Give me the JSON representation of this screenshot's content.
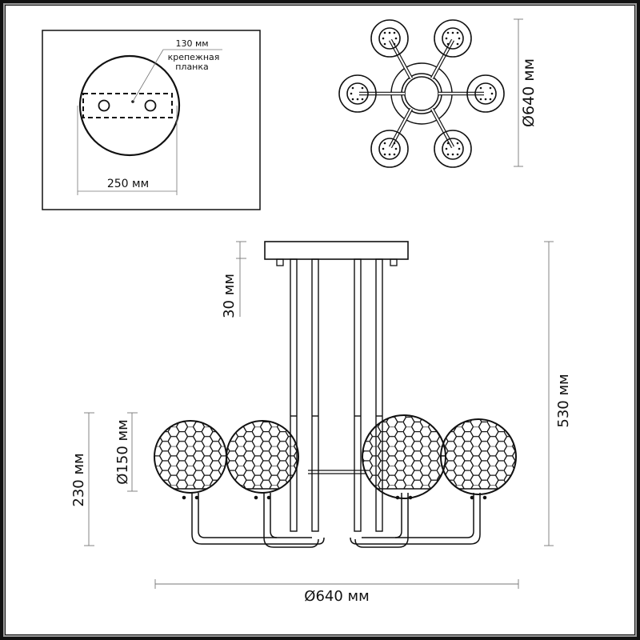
{
  "mount_plate_view": {
    "bracket_width_label": "130 мм",
    "bracket_name_line1": "крепежная",
    "bracket_name_line2": "планка",
    "plate_diameter_label": "250 мм"
  },
  "top_view": {
    "diameter_label": "Ø640 мм",
    "arm_count": "6"
  },
  "side_view": {
    "canopy_height_label": "30 мм",
    "total_height_label": "530 мм",
    "shade_diameter_label": "Ø150 мм",
    "shade_holder_height_label": "230 мм",
    "total_diameter_label": "Ø640 мм"
  },
  "colors": {
    "line": "#111111",
    "dimension_line": "#777777",
    "frame_gray": "#9a9a9a",
    "background": "#ffffff"
  }
}
